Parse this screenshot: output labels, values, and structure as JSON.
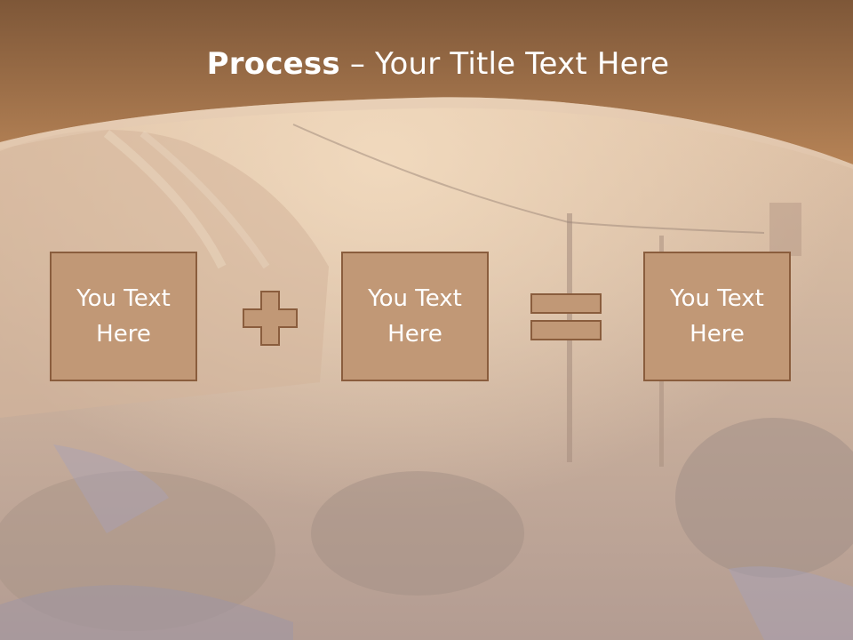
{
  "slide": {
    "title_bold": "Process",
    "title_separator": " – ",
    "title_rest": "Your Title Text Here"
  },
  "boxes": [
    {
      "text": "You Text\nHere"
    },
    {
      "text": "You Text\nHere"
    },
    {
      "text": "You Text\nHere"
    }
  ],
  "operators": [
    "plus-icon",
    "equals-icon"
  ],
  "colors": {
    "header": "#9c6c48",
    "box_fill": "#c19876",
    "box_border": "#8a5d3d",
    "text": "#ffffff"
  }
}
